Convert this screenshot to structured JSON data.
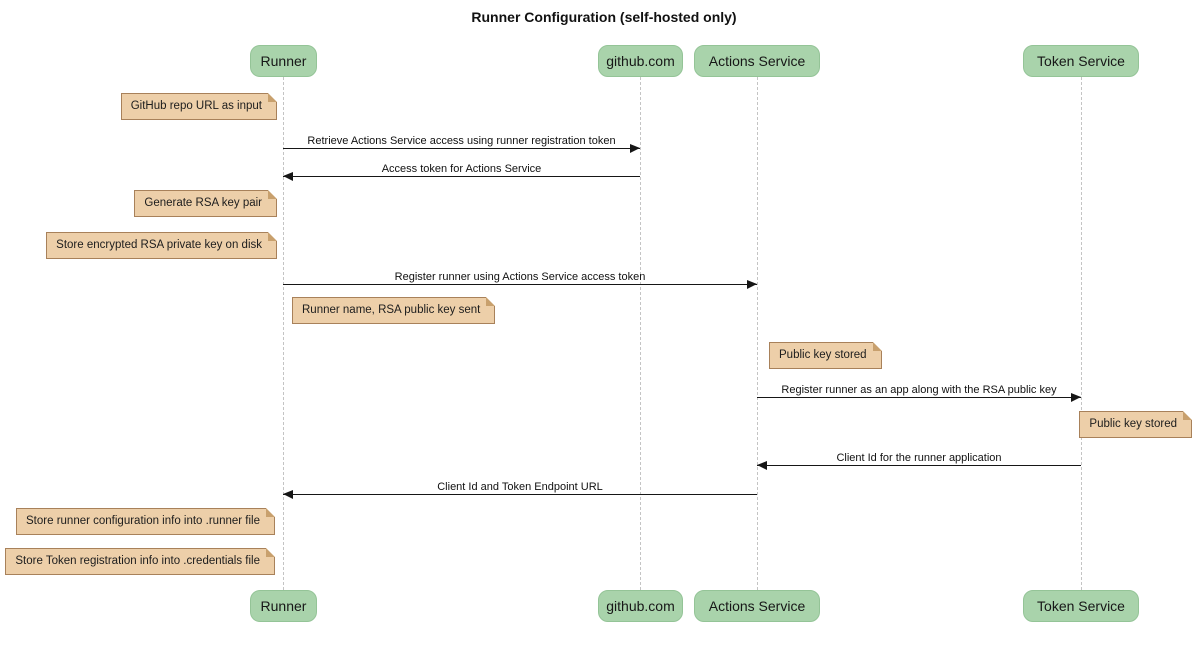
{
  "title": "Runner Configuration (self-hosted only)",
  "diagram_type": "sequence",
  "participants": [
    {
      "id": "runner",
      "label": "Runner"
    },
    {
      "id": "github",
      "label": "github.com"
    },
    {
      "id": "actions-service",
      "label": "Actions Service"
    },
    {
      "id": "token-service",
      "label": "Token Service"
    }
  ],
  "messages": [
    {
      "from": "Runner",
      "to": "github.com",
      "text": "Retrieve Actions Service access using runner registration token"
    },
    {
      "from": "github.com",
      "to": "Runner",
      "text": "Access token for Actions Service"
    },
    {
      "from": "Runner",
      "to": "Actions Service",
      "text": "Register runner using Actions Service access token"
    },
    {
      "from": "Actions Service",
      "to": "Token Service",
      "text": "Register runner as an app along with the RSA public key"
    },
    {
      "from": "Token Service",
      "to": "Actions Service",
      "text": "Client Id for the runner application"
    },
    {
      "from": "Actions Service",
      "to": "Runner",
      "text": "Client Id and Token Endpoint URL"
    }
  ],
  "notes": [
    {
      "text": "GitHub repo URL as input",
      "anchor": "Runner",
      "side": "left"
    },
    {
      "text": "Generate RSA key pair",
      "anchor": "Runner",
      "side": "left"
    },
    {
      "text": "Store encrypted RSA private key on disk",
      "anchor": "Runner",
      "side": "left"
    },
    {
      "text": "Runner name, RSA public key sent",
      "anchor": "Runner",
      "side": "right"
    },
    {
      "text": "Public key stored",
      "anchor": "Actions Service",
      "side": "right"
    },
    {
      "text": "Public key stored",
      "anchor": "Token Service",
      "side": "right"
    },
    {
      "text": "Store runner configuration info into .runner file",
      "anchor": "Runner",
      "side": "left"
    },
    {
      "text": "Store Token registration info into .credentials file",
      "anchor": "Runner",
      "side": "left"
    }
  ],
  "colors": {
    "participant_fill": "#A9D3AB",
    "participant_border": "#94C497",
    "note_fill": "#EDCFA9",
    "note_border": "#A8815A",
    "lifeline": "#C4C4C4",
    "arrow": "#161616",
    "background": "#FFFFFF",
    "text": "#111111"
  }
}
